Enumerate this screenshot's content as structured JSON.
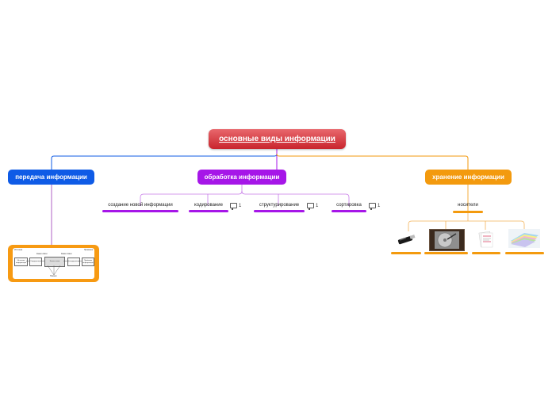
{
  "root": {
    "label": "основные виды информации"
  },
  "branches": {
    "transfer": {
      "label": "передача информации",
      "color": "#0f5be6"
    },
    "processing": {
      "label": "обработка информации",
      "color": "#a616e8"
    },
    "storage": {
      "label": "хранение информации",
      "color": "#f39a0e"
    }
  },
  "processing_children": [
    {
      "label": "создание новой информации",
      "comment": ""
    },
    {
      "label": "кодирование",
      "comment": "1"
    },
    {
      "label": "структурирование",
      "comment": "1"
    },
    {
      "label": "сортировка",
      "comment": "1"
    }
  ],
  "storage_children": {
    "label": "носители",
    "media_icons": [
      "usb-flash-drive-icon",
      "hard-disk-icon",
      "paper-documents-icon",
      "folders-icon"
    ]
  },
  "transfer_diagram": {
    "source_label": "Источник",
    "receiver_label": "Приёмник",
    "channel_label": "Канал связи",
    "noise_label": "Помехи",
    "boxes": [
      "Источник информации",
      "Кодирующее",
      "Канал связи",
      "Декодирующее",
      "Приёмник информации"
    ]
  }
}
